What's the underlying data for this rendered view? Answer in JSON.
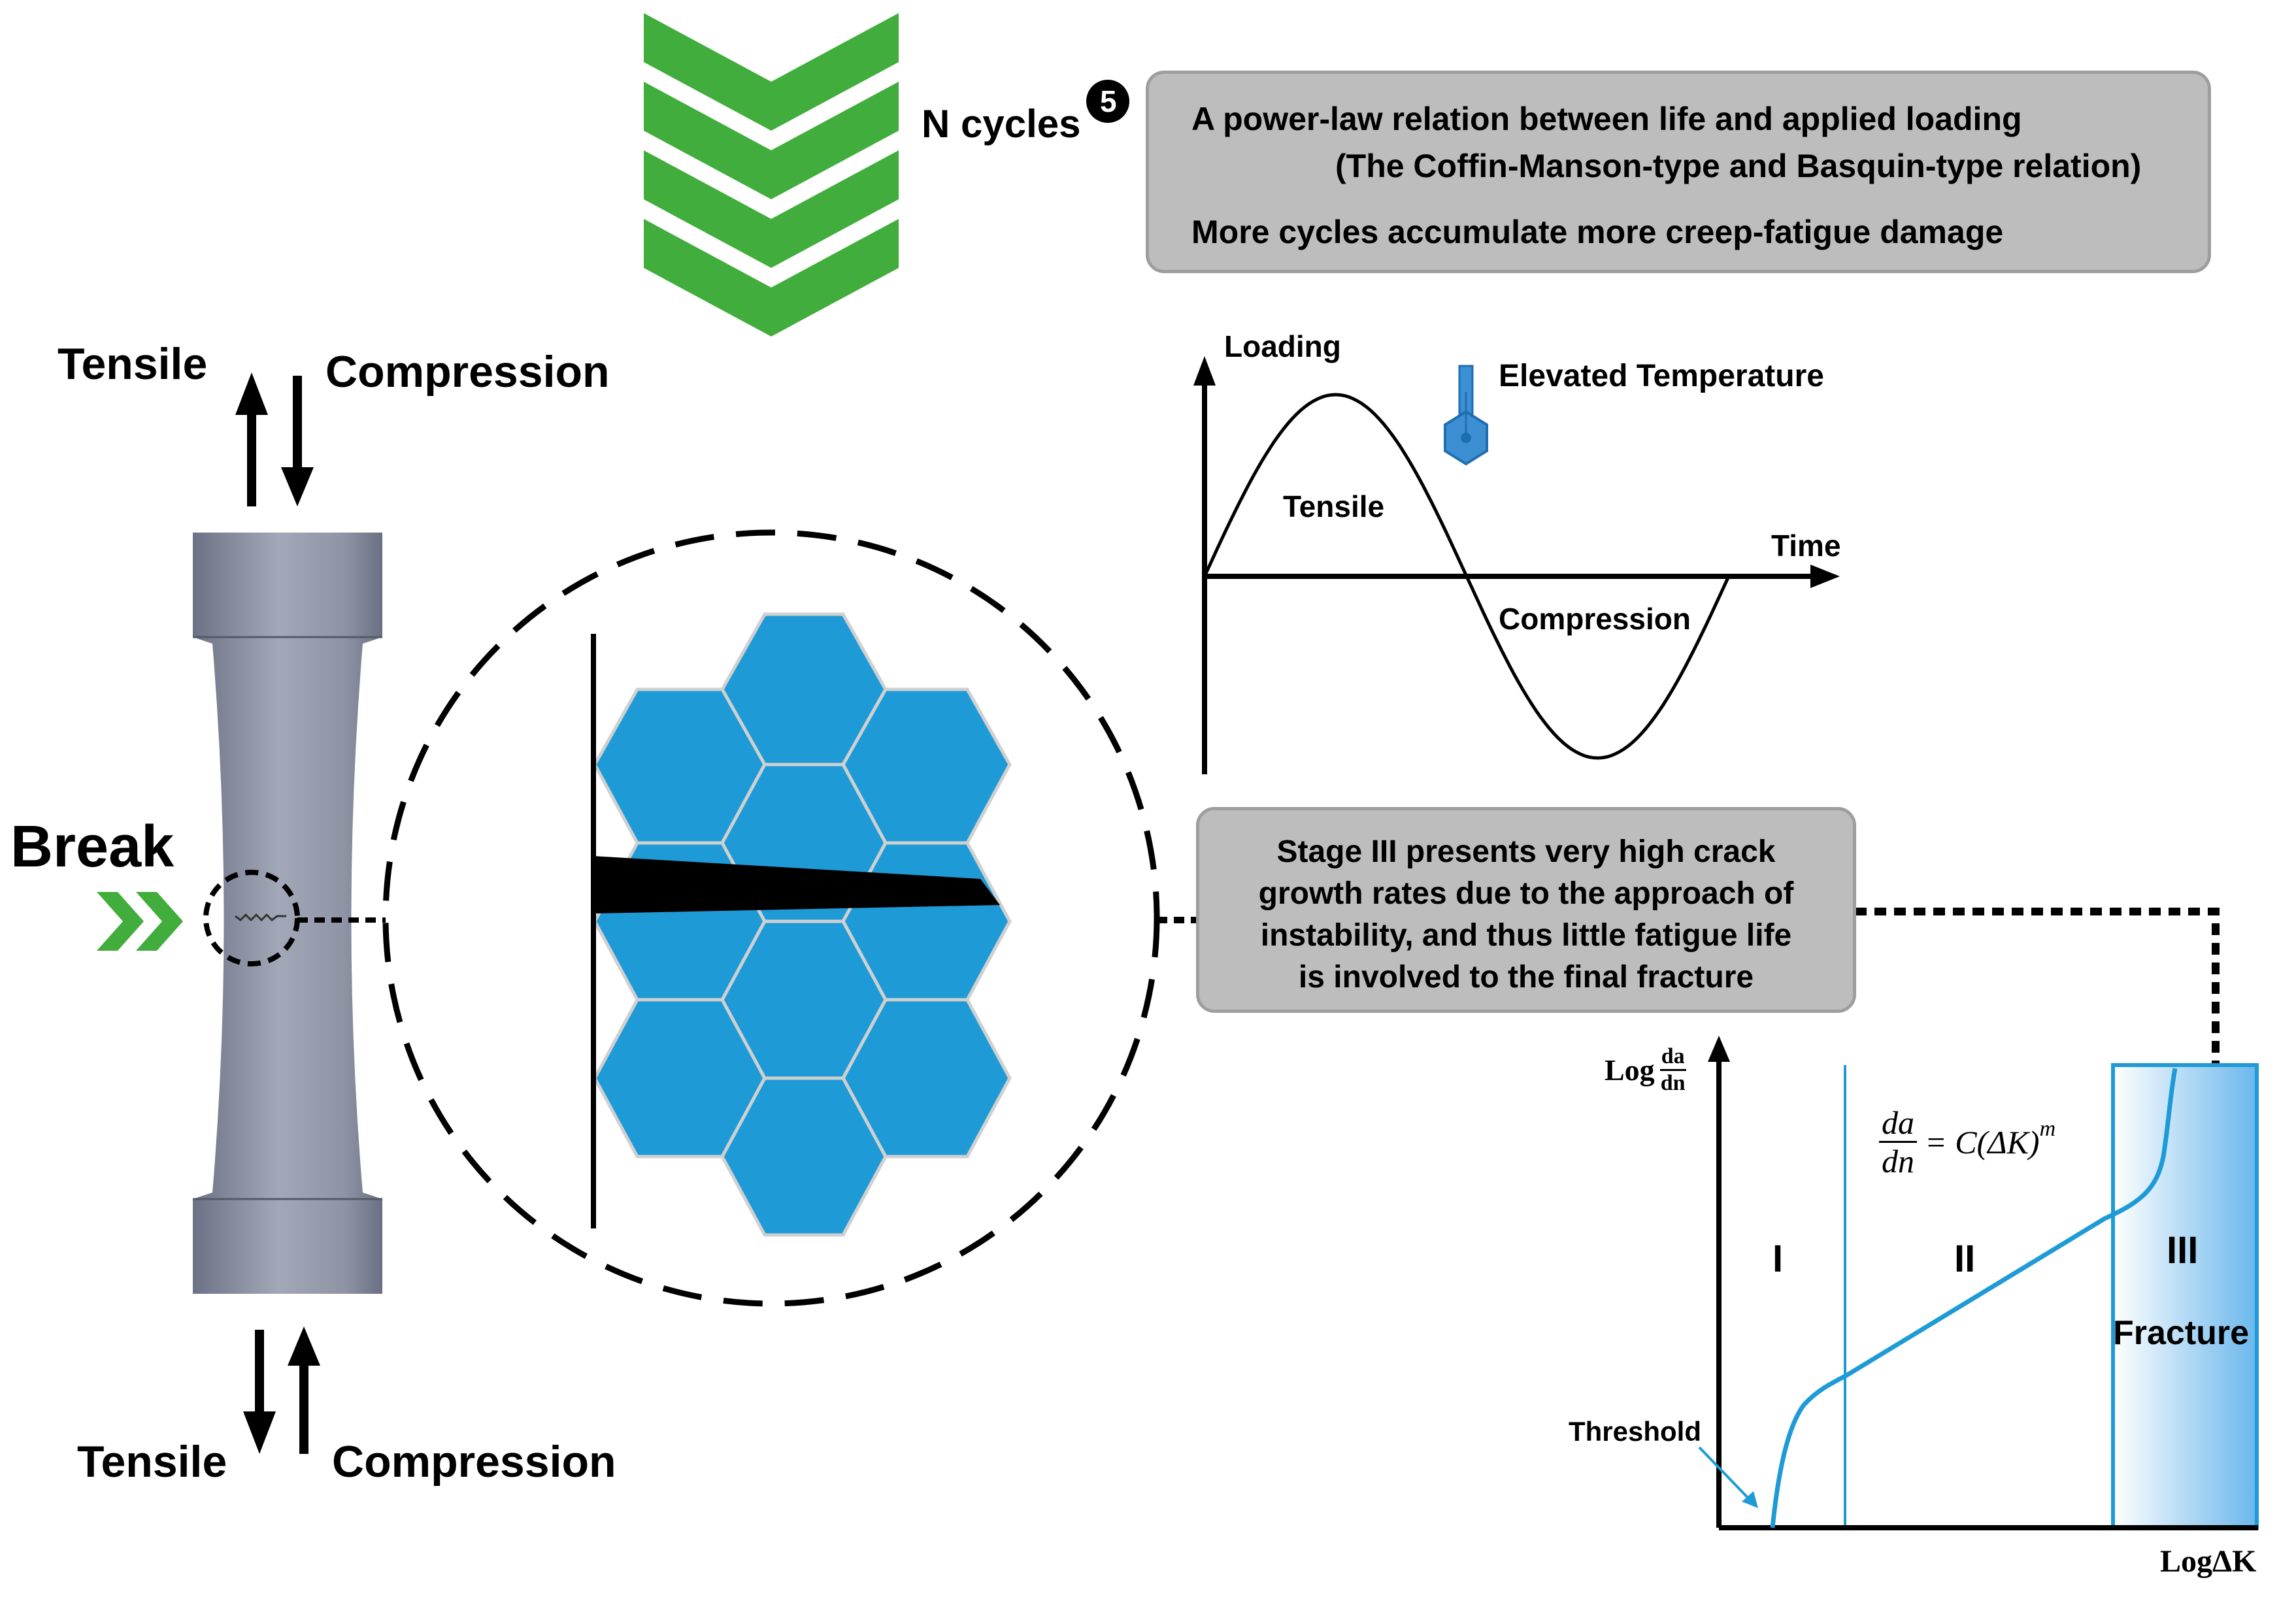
{
  "colors": {
    "chevron": "#41ad3c",
    "grain": "#1e9bd7",
    "grain_edge": "#d0d0d0",
    "curve": "#1e9bd7",
    "gray_box": "#bdbdbd",
    "specimen": "#8a8fa0"
  },
  "cycles": {
    "label": "N cycles",
    "badge": "5"
  },
  "top_box": {
    "line1": "A power-law relation between life and applied loading",
    "line2": "(The Coffin-Manson-type and Basquin-type relation)",
    "line3": "More cycles accumulate more creep-fatigue damage"
  },
  "specimen": {
    "top_tensile": "Tensile",
    "top_compression": "Compression",
    "bottom_tensile": "Tensile",
    "bottom_compression": "Compression",
    "break_label": "Break"
  },
  "loading_chart": {
    "y_label": "Loading",
    "x_label": "Time",
    "tensile_label": "Tensile",
    "compression_label": "Compression",
    "temperature_label": "Elevated Temperature",
    "thermometer_icon": "thermometer-icon"
  },
  "stage_box": {
    "line1": "Stage III presents very high crack",
    "line2": "growth rates due to the approach of",
    "line3": "instability, and thus little fatigue life",
    "line4": "is involved to the final fracture"
  },
  "crack_chart": {
    "y_label_prefix": "Log",
    "y_frac_num": "da",
    "y_frac_den": "dn",
    "x_label": "LogΔK",
    "eq_num": "da",
    "eq_den": "dn",
    "eq_rhs": "= C(ΔK)",
    "eq_exp": "m",
    "region1": "I",
    "region2": "II",
    "region3": "III",
    "fracture_label": "Fracture",
    "threshold_label": "Threshold"
  }
}
